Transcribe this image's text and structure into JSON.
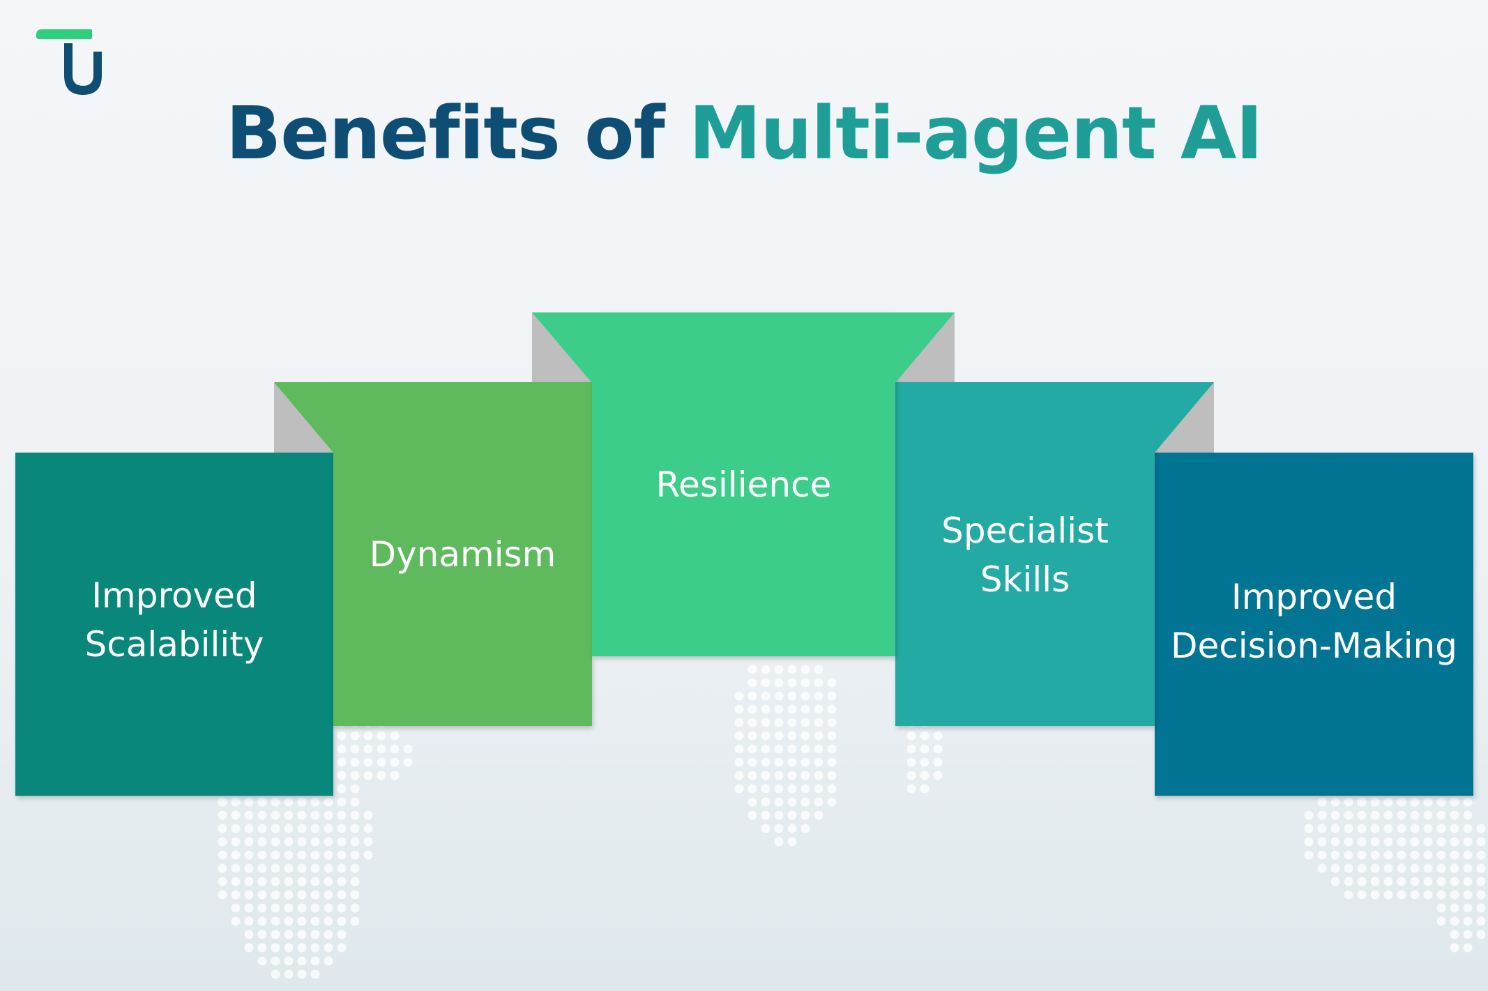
{
  "title": {
    "part1": "Benefits of",
    "part2": "Multi-agent AI"
  },
  "colors": {
    "title_dark": "#0e4e74",
    "title_accent": "#1f9e98",
    "fold": "#bebebe",
    "logo_green": "#2ecf7f",
    "logo_blue": "#0e4e74"
  },
  "logo": {
    "icon": "tu-logo-icon"
  },
  "panels": [
    {
      "label": "Improved\nScalability",
      "color": "#08877a"
    },
    {
      "label": "Dynamism",
      "color": "#5eba5c"
    },
    {
      "label": "Resilience",
      "color": "#3ccd8b"
    },
    {
      "label": "Specialist\nSkills",
      "color": "#24aaa5"
    },
    {
      "label": "Improved\nDecision-Making",
      "color": "#027494"
    }
  ]
}
